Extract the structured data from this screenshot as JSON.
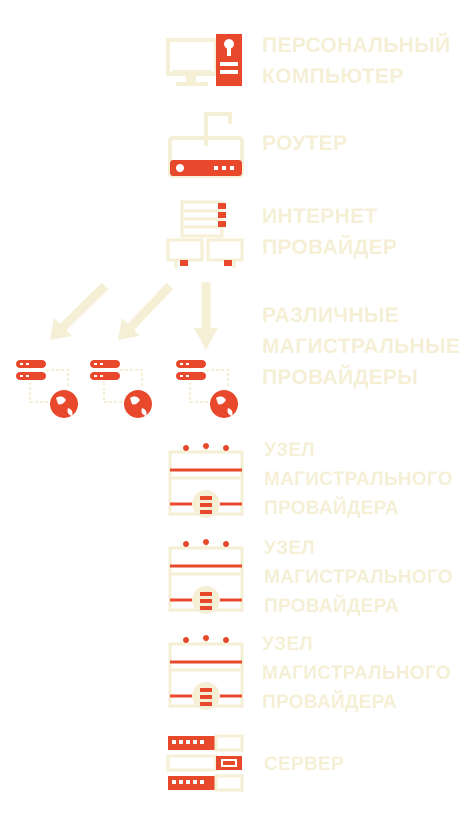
{
  "nodes": [
    {
      "lines": [
        "ПЕРСОНАЛЬНЫЙ",
        "КОМПЬЮТЕР"
      ],
      "icon": "computer-icon"
    },
    {
      "lines": [
        "РОУТЕР"
      ],
      "icon": "router-icon"
    },
    {
      "lines": [
        "ИНТЕРНЕТ",
        "ПРОВАЙДЕР"
      ],
      "icon": "internet-provider-icon"
    },
    {
      "lines": [
        "РАЗЛИЧНЫЕ",
        "МАГИСТРАЛЬНЫЕ",
        "ПРОВАЙДЕРЫ"
      ],
      "icon": "backbone-provider-icon"
    },
    {
      "lines": [
        "УЗЕЛ",
        "МАГИСТРАЛЬНОГО",
        "ПРОВАЙДЕРА"
      ],
      "icon": "backbone-node-icon"
    },
    {
      "lines": [
        "УЗЕЛ",
        "МАГИСТРАЛЬНОГО",
        "ПРОВАЙДЕРА"
      ],
      "icon": "backbone-node-icon"
    },
    {
      "lines": [
        "УЗЕЛ",
        "МАГИСТРАЛЬНОГО",
        "ПРОВАЙДЕРА"
      ],
      "icon": "backbone-node-icon"
    },
    {
      "lines": [
        "СЕРВЕР"
      ],
      "icon": "server-icon"
    }
  ],
  "colors": {
    "accent": "#e8482c",
    "cream": "#f5efd6"
  }
}
